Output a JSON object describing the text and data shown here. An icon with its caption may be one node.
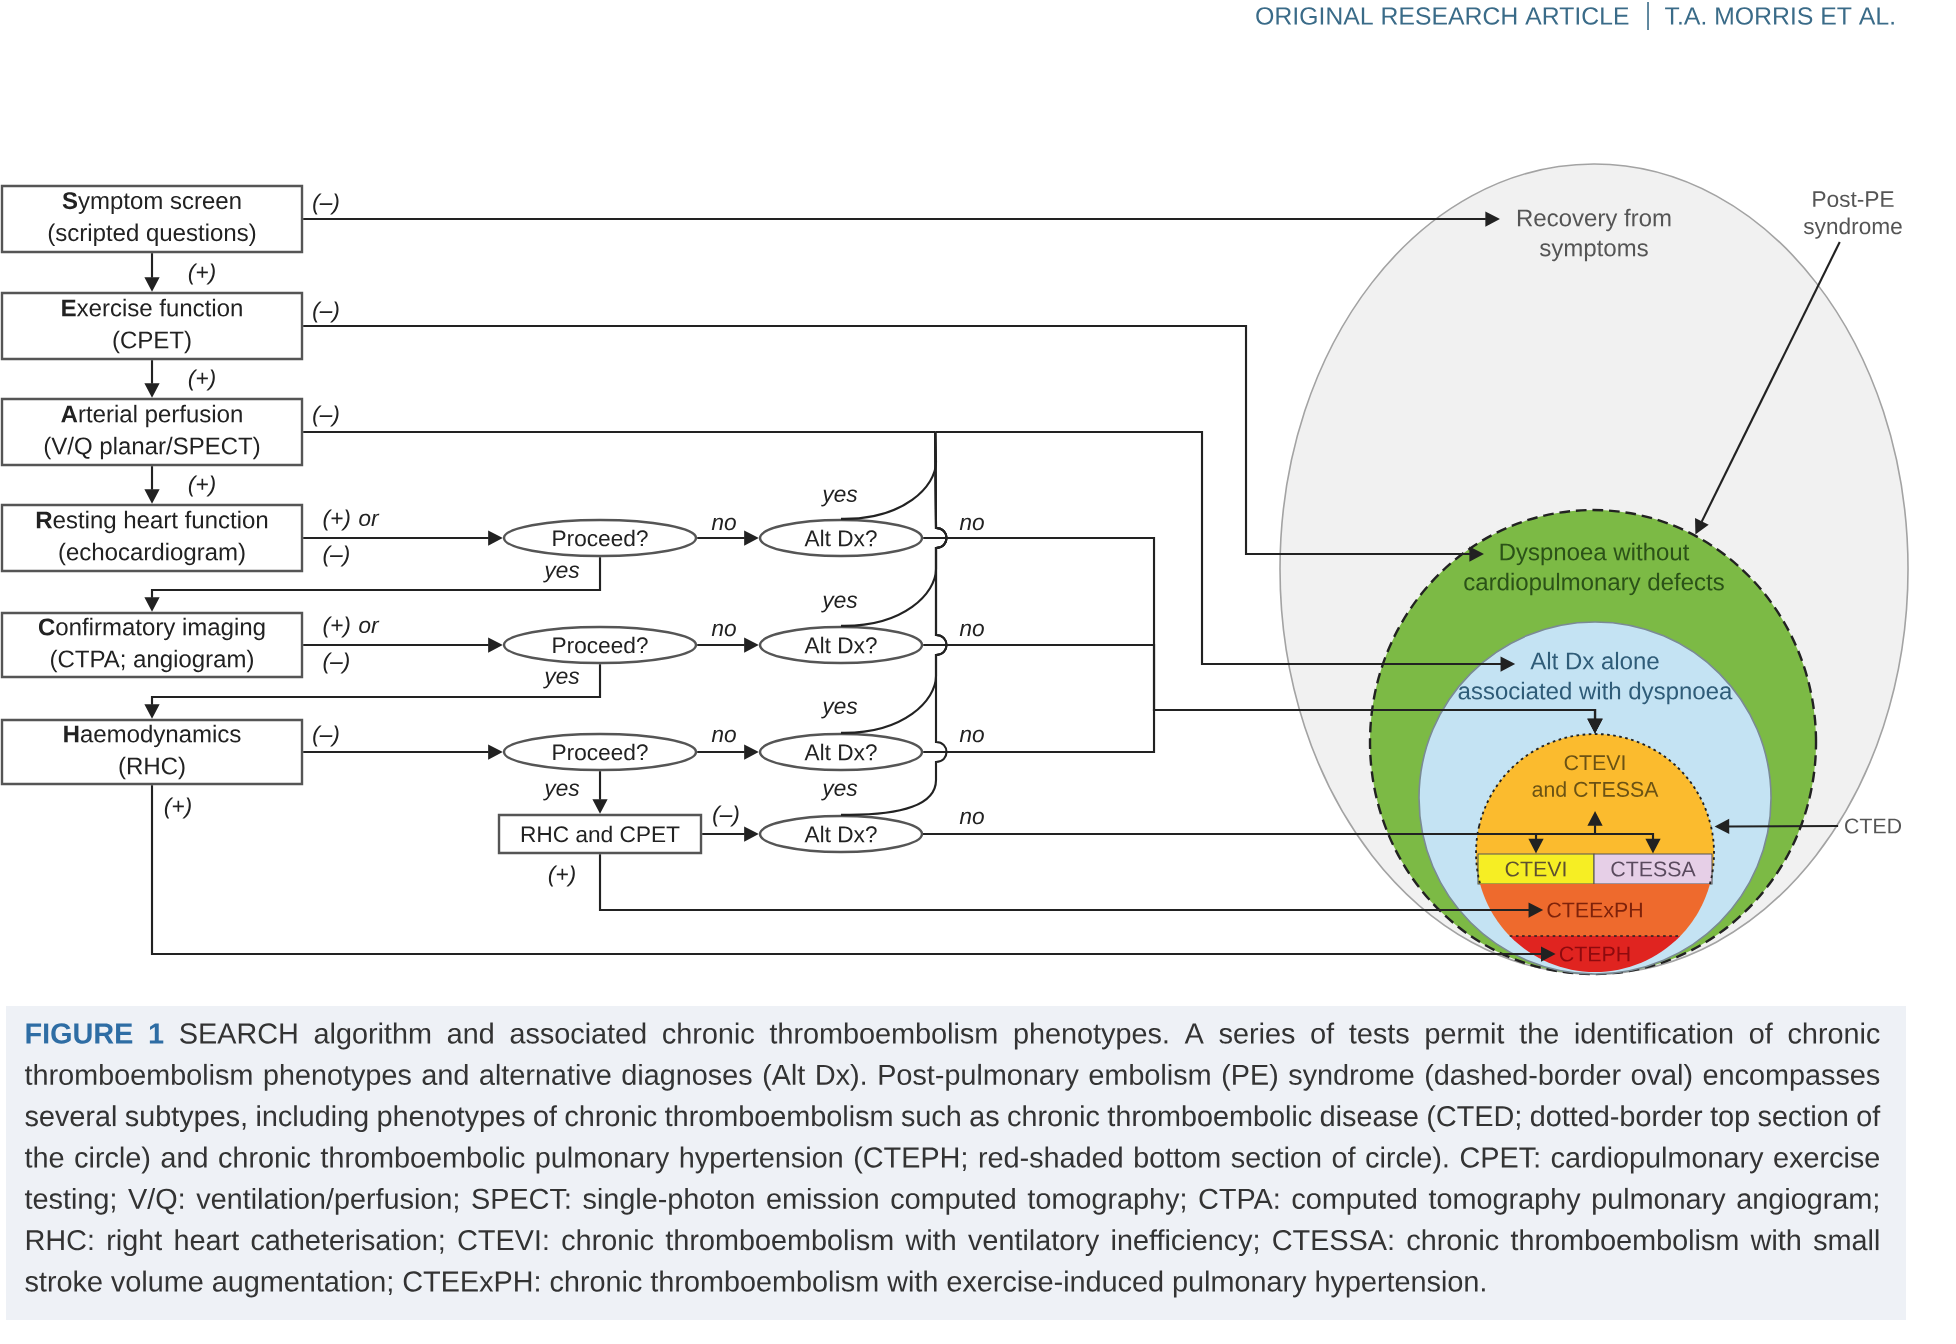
{
  "diagram": {
    "caption": "**FIGURE 1** SEARCH algorithm and associated chronic thromboembolism phenotypes. A series of tests permit the identification of chronic thromboembolism phenotypes and alternative diagnoses (Alt Dx). Post-pulmonary embolism (PE) syndrome (dashed-border oval) encompasses several subtypes, including phenotypes of chronic thromboembolism such as chronic thromboembolic disease (CTED; dotted-border top section of the circle) and chronic thromboembolic pulmonary hypertension (CTEPH; red-shaded bottom section of circle). CPET: cardiopulmonary exercise testing; V/Q: ventilation/perfusion; SPECT: single-photon emission computed tomography; CTPA: computed tomography pulmonary angiogram; RHC: right heart catheterisation; CTEVI: chronic thromboembolism with ventilatory inefficiency; CTESSA: chronic thromboembolism with small stroke volume augmentation; CTEExPH: chronic thromboembolism with exercise-induced pulmonary hypertension.",
    "nodes": [
      {
        "text": [
          "**S**ymptom screen",
          "(scripted questions)"
        ]
      },
      {
        "text": [
          "**E**xercise function",
          "(CPET)"
        ]
      },
      {
        "text": [
          "**A**rterial perfusion",
          "(V/Q planar/SPECT)"
        ]
      },
      {
        "text": [
          "**R**esting heart function",
          "(echocardiogram)"
        ]
      },
      {
        "text": [
          "**C**onfirmatory imaging",
          "(CTPA; angiogram)"
        ]
      },
      {
        "text": [
          "**H**aemodynamics",
          "(RHC)"
        ]
      },
      {
        "text": [
          "Proceed?"
        ]
      },
      {
        "text": [
          "Alt Dx?"
        ]
      },
      {
        "text": [
          "Proceed?"
        ]
      },
      {
        "text": [
          "Alt Dx?"
        ]
      },
      {
        "text": [
          "Proceed?"
        ]
      },
      {
        "text": [
          "Alt Dx?"
        ]
      },
      {
        "text": [
          "RHC and CPET"
        ]
      },
      {
        "text": [
          "Alt Dx?"
        ]
      },
      {
        "text": [
          "Recovery from symptoms"
        ]
      },
      {
        "text": [
          "Post-PE syndrome"
        ]
      },
      {
        "text": [
          "Dyspnoea without cardiopulmonary defects"
        ],
        "in": 14
      },
      {
        "text": [
          "Alt Dx alone associated with dyspnoea"
        ],
        "in": 16
      },
      {
        "text": [
          "CTEVI and CTESSA"
        ],
        "in": 17
      },
      {
        "text": [
          "CTEVI"
        ],
        "in": 17
      },
      {
        "text": [
          "CTESSA"
        ],
        "in": 17
      },
      {
        "text": [
          "CTEExPH"
        ],
        "in": 17
      },
      {
        "text": [
          "CTEPH"
        ],
        "in": 17
      },
      {
        "text": [
          "CTED"
        ]
      }
    ],
    "edges": [
      {
        "from": 0,
        "to": 1,
        "arrow": "to",
        "label": "(+)"
      },
      {
        "from": 1,
        "to": 2,
        "arrow": "to",
        "label": "(+)"
      },
      {
        "from": 2,
        "to": 3,
        "arrow": "to",
        "label": "(+)"
      },
      {
        "from": 0,
        "to": 14,
        "arrow": "to",
        "label": "(–)"
      },
      {
        "from": 1,
        "to": 16,
        "arrow": "to",
        "label": "(–)"
      },
      {
        "from": 2,
        "to": 17,
        "arrow": "to",
        "label": "(–)"
      },
      {
        "from": 3,
        "to": 6,
        "arrow": "to",
        "label": "(+) or (–)"
      },
      {
        "from": 6,
        "to": 7,
        "arrow": "to",
        "label": "no"
      },
      {
        "from": 6,
        "to": 4,
        "arrow": "to",
        "label": "yes"
      },
      {
        "from": 7,
        "to": 17,
        "arrow": "to",
        "label": "yes"
      },
      {
        "from": 7,
        "to": 18,
        "arrow": "to",
        "label": "no"
      },
      {
        "from": 4,
        "to": 8,
        "arrow": "to",
        "label": "(+) or (–)"
      },
      {
        "from": 8,
        "to": 9,
        "arrow": "to",
        "label": "no"
      },
      {
        "from": 8,
        "to": 5,
        "arrow": "to",
        "label": "yes"
      },
      {
        "from": 9,
        "to": 17,
        "arrow": "to",
        "label": "yes"
      },
      {
        "from": 9,
        "to": 18,
        "arrow": "to",
        "label": "no"
      },
      {
        "from": 5,
        "to": 10,
        "arrow": "to",
        "label": "(–)"
      },
      {
        "from": 10,
        "to": 11,
        "arrow": "to",
        "label": "no"
      },
      {
        "from": 10,
        "to": 12,
        "arrow": "to",
        "label": "yes"
      },
      {
        "from": 11,
        "to": 17,
        "arrow": "to",
        "label": "yes"
      },
      {
        "from": 11,
        "to": 18,
        "arrow": "to",
        "label": "no"
      },
      {
        "from": 12,
        "to": 13,
        "arrow": "to",
        "label": "(–)"
      },
      {
        "from": 13,
        "to": 17,
        "arrow": "to",
        "label": "yes"
      },
      {
        "from": 13,
        "to": 19,
        "arrow": "to",
        "label": "no"
      },
      {
        "from": 13,
        "to": 20,
        "arrow": "to"
      },
      {
        "from": 13,
        "to": 18,
        "arrow": "to"
      },
      {
        "from": 12,
        "to": 21,
        "arrow": "to",
        "label": "(+)"
      },
      {
        "from": 5,
        "to": 22,
        "arrow": "to",
        "label": "(+)"
      },
      {
        "from": 15,
        "to": 16,
        "arrow": "to"
      },
      {
        "from": 23,
        "to": 18,
        "arrow": "to"
      }
    ],
    "labels": [
      "ORIGINAL RESEARCH ARTICLE",
      "T.A. MORRIS ET AL."
    ]
  }
}
